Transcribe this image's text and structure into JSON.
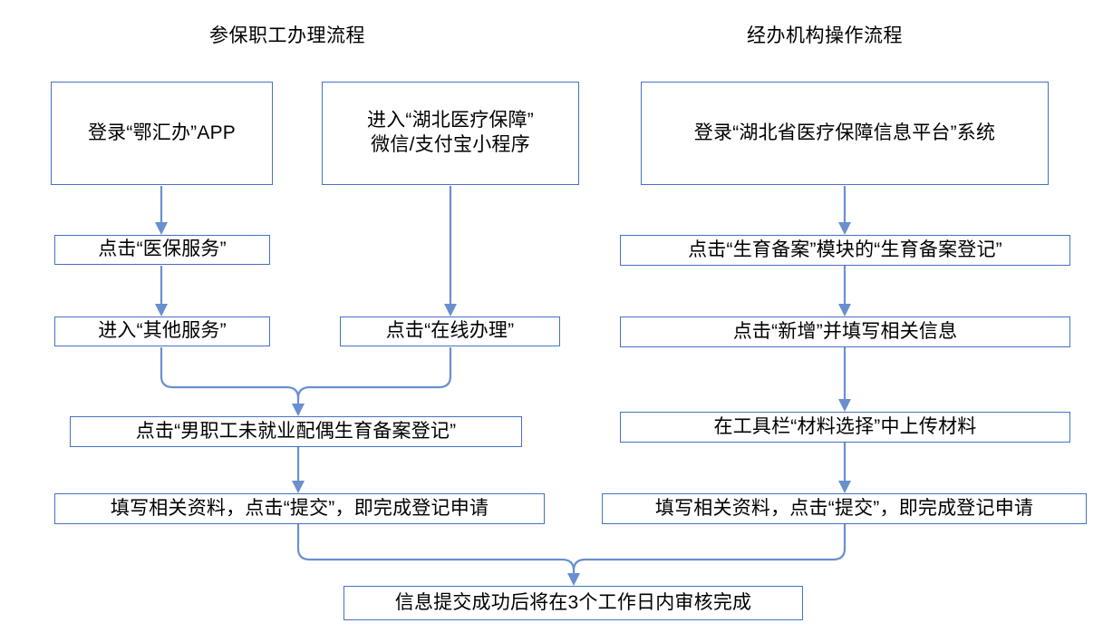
{
  "diagram": {
    "type": "flowchart",
    "title_left": "参保职工办理流程",
    "title_right": "经办机构操作流程",
    "accent_color": "#4472C4",
    "connector_color": "#6A8FD0",
    "background": "#ffffff"
  },
  "left_flow": {
    "node_app": "登录“鄂汇办”APP",
    "node_miniprogram_line1": "进入“湖北医疗保障”",
    "node_miniprogram_line2": "微信/支付宝小程序",
    "node_yibao_service": "点击“医保服务”",
    "node_other_service": "进入“其他服务”",
    "node_online_handle": "点击“在线办理”",
    "node_registration": "点击“男职工未就业配偶生育备案登记”",
    "node_submit": "填写相关资料，点击“提交”，即完成登记申请"
  },
  "right_flow": {
    "node_login_platform": "登录“湖北省医疗保障信息平台”系统",
    "node_module_entry": "点击“生育备案”模块的“生育备案登记”",
    "node_add_info": "点击“新增”并填写相关信息",
    "node_upload_material": "在工具栏“材料选择”中上传材料",
    "node_submit": "填写相关资料，点击“提交”，即完成登记申请"
  },
  "footer": {
    "node_result": "信息提交成功后将在3个工作日内审核完成"
  }
}
